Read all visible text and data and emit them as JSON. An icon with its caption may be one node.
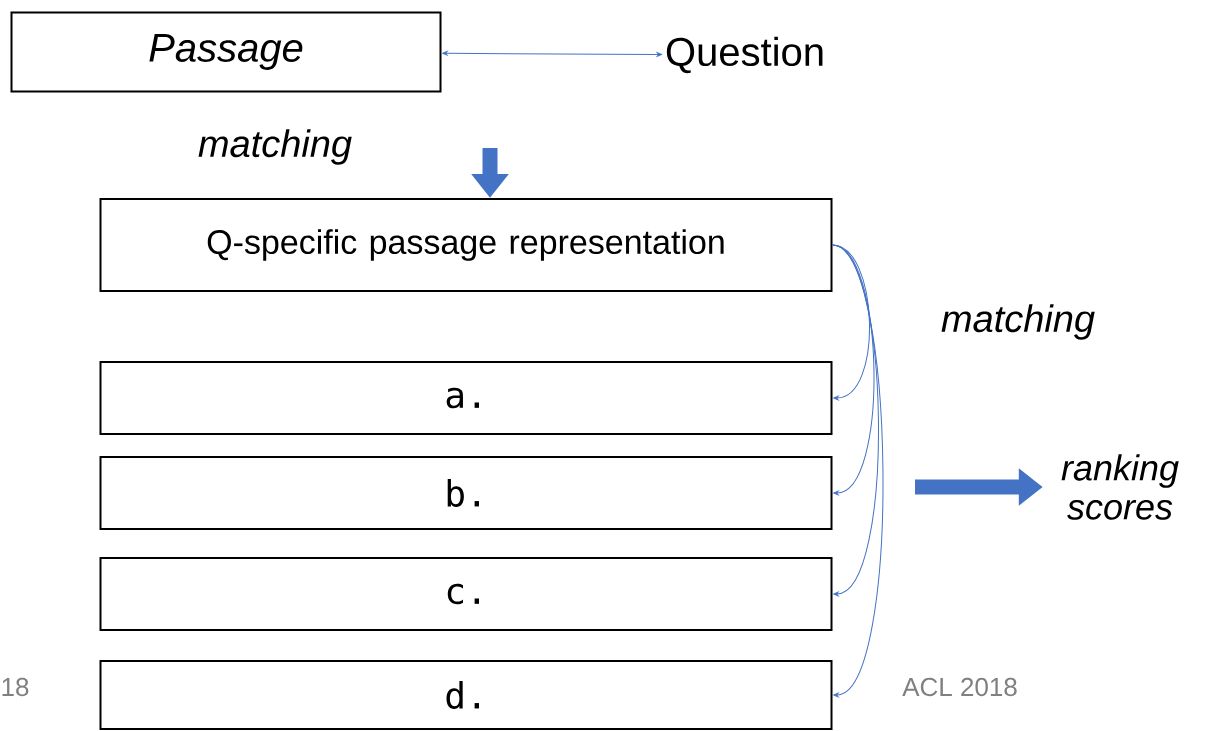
{
  "diagram": {
    "nodes": [
      {
        "text": [
          "*Passage*"
        ]
      },
      {
        "text": [
          "Question"
        ]
      },
      {
        "text": [
          "Q-specific passage representation"
        ]
      },
      {
        "text": [
          "a."
        ]
      },
      {
        "text": [
          "b."
        ]
      },
      {
        "text": [
          "c."
        ]
      },
      {
        "text": [
          "d."
        ]
      },
      {
        "text": [
          "*ranking scores*"
        ]
      }
    ],
    "edges": [
      {
        "from": 0,
        "to": 1,
        "arrow": "both"
      },
      {
        "from": null,
        "to": 2,
        "arrow": "to",
        "style": "thick"
      },
      {
        "from": 2,
        "to": 3,
        "arrow": "to"
      },
      {
        "from": 2,
        "to": 4,
        "arrow": "to"
      },
      {
        "from": 2,
        "to": 5,
        "arrow": "to"
      },
      {
        "from": 2,
        "to": 6,
        "arrow": "to"
      },
      {
        "from": null,
        "to": 7,
        "arrow": "to",
        "style": "thick"
      }
    ],
    "labels": [
      "*matching*",
      "*matching*",
      "18",
      "ACL 2018"
    ]
  }
}
